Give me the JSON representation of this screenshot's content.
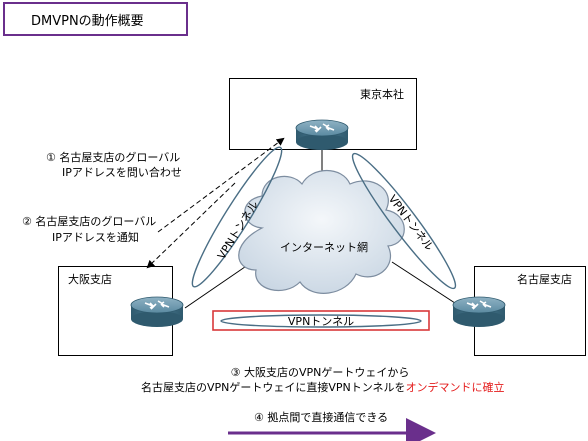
{
  "title": "DMVPNの動作概要",
  "sites": {
    "hq": "東京本社",
    "osaka": "大阪支店",
    "nagoya": "名古屋支店"
  },
  "cloud_label": "インターネット網",
  "tunnels": {
    "left": "VPNトンネル",
    "right": "VPNトンネル",
    "bottom": "VPNトンネル"
  },
  "steps": {
    "step1_line1": "①  名古屋支店のグローバル",
    "step1_line2": "IPアドレスを問い合わせ",
    "step2_line1": "②  名古屋支店のグローバル",
    "step2_line2": "IPアドレスを通知",
    "step3_line1": "③  大阪支店のVPNゲートウェイから",
    "step3_line2_prefix": "名古屋支店のVPNゲートウェイに直接VPNトンネルを",
    "step3_line2_highlight": "オンデマンドに確立",
    "step4": "④  拠点間で直接通信できる"
  },
  "colors": {
    "title_border": "#6a2f8c",
    "highlight_text": "#e41b1b",
    "highlight_box": "#d9383a",
    "arrow": "#6a2f8c",
    "cloud": "#dde6ef",
    "router": "#4c7c93"
  },
  "icons": {
    "router": "router-icon",
    "cloud": "cloud-icon"
  }
}
